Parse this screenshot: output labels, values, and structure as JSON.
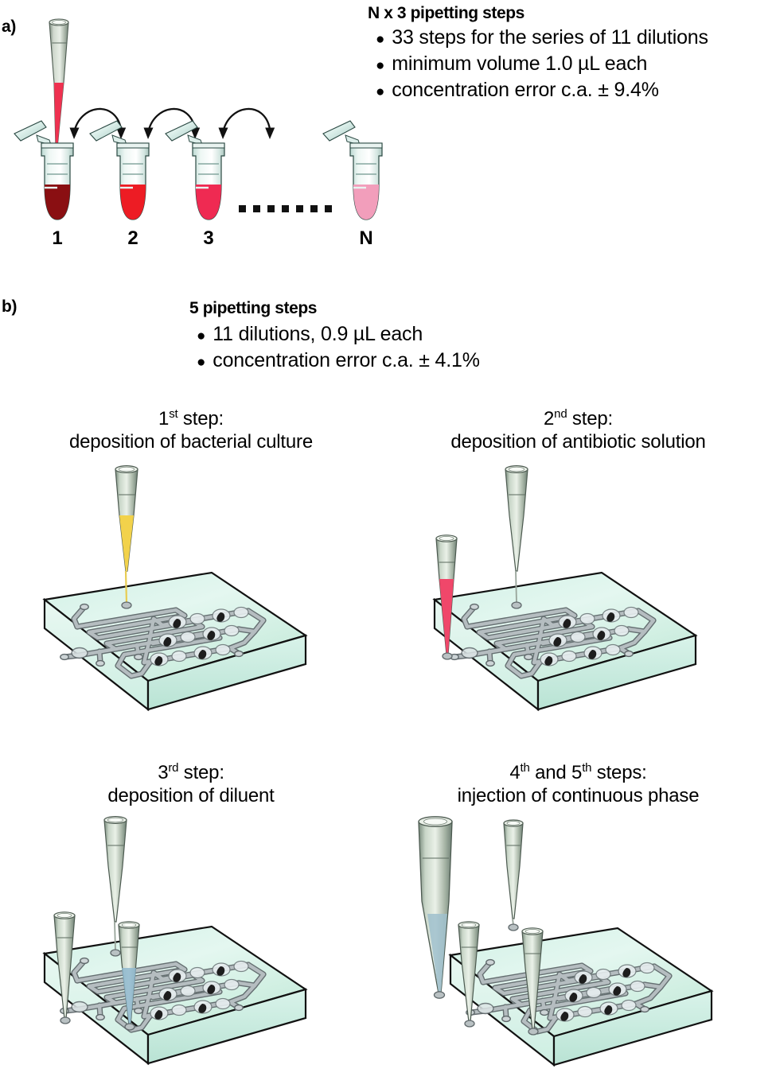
{
  "figure": {
    "panels": [
      {
        "label": "a)",
        "heading": "N x 3 pipetting steps",
        "bullets": [
          "33 steps for the series of 11 dilutions",
          "minimum volume 1.0 µL each",
          "concentration error c.a. ± 9.4%"
        ],
        "tube_labels": [
          "1",
          "2",
          "3",
          "N"
        ],
        "ellipsis_dots": 9,
        "tube_fill_colors": [
          "#8a0f12",
          "#ed1c24",
          "#ef2a52",
          "#f29ebb"
        ],
        "pipette_liquid_color": "#f2415c",
        "arrow_count": 3
      },
      {
        "label": "b)",
        "heading": "5 pipetting steps",
        "bullets": [
          "11 dilutions, 0.9 µL each",
          "concentration error c.a. ± 4.1%"
        ],
        "steps": [
          {
            "ordinal": "1",
            "suffix": "st",
            "title_tail": " step:",
            "description": "deposition of bacterial culture",
            "liquid_color": "#f2d24b",
            "liquid_name": "bacterial-culture"
          },
          {
            "ordinal": "2",
            "suffix": "nd",
            "title_tail": " step:",
            "description": "deposition of antibiotic solution",
            "liquid_color": "#f0476a",
            "liquid_name": "antibiotic-solution"
          },
          {
            "ordinal": "3",
            "suffix": "rd",
            "title_tail": " step:",
            "description": "deposition of diluent",
            "liquid_color": "#8fb8cf",
            "liquid_name": "diluent"
          },
          {
            "ordinal": "4",
            "suffix": "th",
            "ordinal2": "5",
            "suffix2": "th",
            "title_mid": " and ",
            "title_tail": " steps:",
            "description": "injection of continuous phase",
            "liquid_color": "#9fc0cc",
            "liquid_name": "continuous-phase"
          }
        ]
      }
    ],
    "colors": {
      "chip_surface": "#d6f2e8",
      "chip_edge": "#111111",
      "channel": "#9aa3a6",
      "channel_outline": "#5d6466",
      "pipette_body": "#b9c5b9",
      "droplet": "#1d1d1d"
    }
  }
}
